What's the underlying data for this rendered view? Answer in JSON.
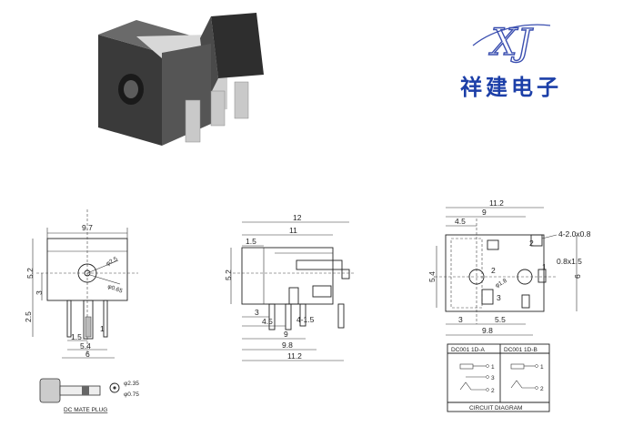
{
  "logo": {
    "letters": "XJ",
    "company": "祥建电子"
  },
  "front_view": {
    "width": "9.7",
    "height": "5.2",
    "center": "3",
    "pin_len": "2.5",
    "hole_outer": "φ2.5",
    "hole_inner": "φ0.65",
    "pin_w": "1",
    "pitch1": "1.5",
    "pitch2": "5.4",
    "total": "6"
  },
  "side_view": {
    "len12": "12",
    "len11": "11",
    "top": "1.5",
    "height": "5.2",
    "d3": "3",
    "d45": "4.5",
    "d415": "4-1.5",
    "d9": "9",
    "d98": "9.8",
    "d112": "11.2"
  },
  "bottom_view": {
    "w112": "11.2",
    "w9": "9",
    "w45": "4.5",
    "slot": "4-2.0x0.8",
    "oval": "0.8x1.5",
    "h54": "5.4",
    "h6": "6",
    "hole": "φ1.8",
    "b3": "3",
    "b55": "5.5",
    "b98": "9.8",
    "pin1": "1",
    "pin2": "2",
    "pin3": "3"
  },
  "plug": {
    "label": "DC MATE PLUG",
    "d1": "φ2.35",
    "d2": "φ0.75"
  },
  "circuit": {
    "title": "CIRCUIT DIAGRAM",
    "col_a": "DC001 1D-A",
    "col_b": "DC001 1D-B",
    "n1": "1",
    "n2": "2",
    "n3": "3"
  }
}
